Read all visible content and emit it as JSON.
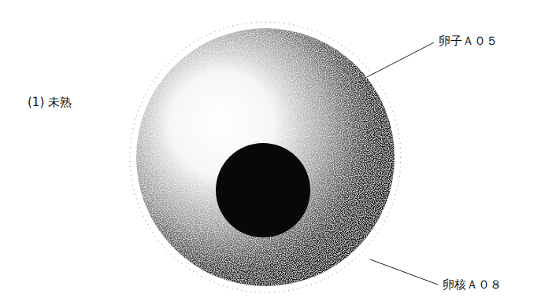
{
  "diagram": {
    "labels": [
      "(1) 未熟",
      "卵子Ａ０５",
      "卵核Ａ０８"
    ]
  }
}
